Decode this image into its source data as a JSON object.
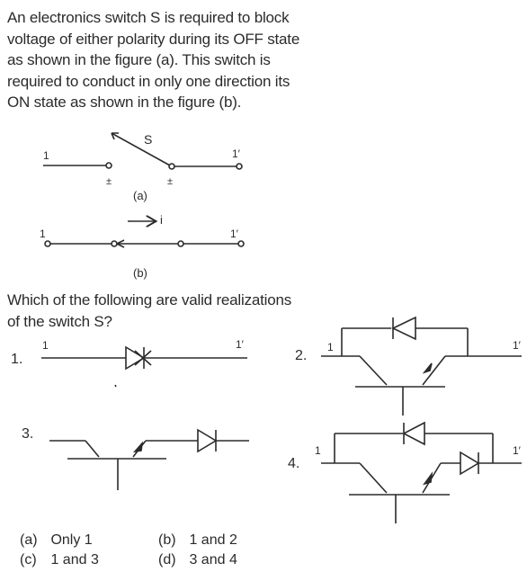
{
  "question": {
    "lines": [
      "An electronics switch S is required to block",
      "voltage of either polarity during its OFF state",
      "as shown in the figure (a). This switch is",
      "required to conduct in only one direction its",
      "ON state as shown in the figure (b)."
    ]
  },
  "figure_a": {
    "switch_label": "S",
    "left_terminal": "1",
    "right_terminal": "1′",
    "polarity_left": "±",
    "polarity_right": "±",
    "caption": "(a)"
  },
  "figure_b": {
    "current_label": "i",
    "left_terminal": "1",
    "right_terminal": "1′",
    "caption": "(b)"
  },
  "question2": {
    "lines": [
      "Which of the following are valid realizations",
      "of the switch S?"
    ]
  },
  "circuits": [
    {
      "number": "1.",
      "left_terminal": "1",
      "right_terminal": "1′"
    },
    {
      "number": "2.",
      "left_terminal": "1",
      "right_terminal": "1′"
    },
    {
      "number": "3."
    },
    {
      "number": "4.",
      "left_terminal": "1",
      "right_terminal": "1′"
    }
  ],
  "options": [
    {
      "key": "(a)",
      "text": "Only 1"
    },
    {
      "key": "(b)",
      "text": "1 and 2"
    },
    {
      "key": "(c)",
      "text": "1 and 3"
    },
    {
      "key": "(d)",
      "text": "3 and 4"
    }
  ]
}
